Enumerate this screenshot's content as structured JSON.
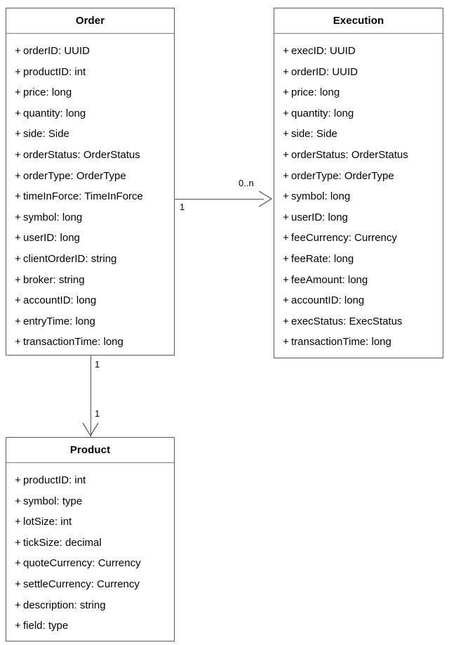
{
  "diagram": {
    "type": "uml-class-diagram",
    "title": "Order / Execution / Product class diagram",
    "background_color": "#ffffff",
    "line_color": "#4d4f51",
    "border_color": "#56585a",
    "text_color": "#000000"
  },
  "classes": [
    {
      "id": "order",
      "name": "Order",
      "attributes": [
        {
          "visibility": "+",
          "text": "orderID: UUID"
        },
        {
          "visibility": "+",
          "text": "productID: int"
        },
        {
          "visibility": "+",
          "text": "price:  long"
        },
        {
          "visibility": "+",
          "text": "quantity:  long"
        },
        {
          "visibility": "+",
          "text": "side:  Side"
        },
        {
          "visibility": "+",
          "text": "orderStatus:  OrderStatus"
        },
        {
          "visibility": "+",
          "text": "orderType:  OrderType"
        },
        {
          "visibility": "+",
          "text": "timeInForce:  TimeInForce"
        },
        {
          "visibility": "+",
          "text": "symbol:  long"
        },
        {
          "visibility": "+",
          "text": "userID: long"
        },
        {
          "visibility": "+",
          "text": "clientOrderID: string"
        },
        {
          "visibility": "+",
          "text": "broker:  string"
        },
        {
          "visibility": "+",
          "text": "accountID: long"
        },
        {
          "visibility": "+",
          "text": "entryTime:  long"
        },
        {
          "visibility": "+",
          "text": "transactionTime:  long"
        }
      ]
    },
    {
      "id": "execution",
      "name": "Execution",
      "attributes": [
        {
          "visibility": "+",
          "text": "execID: UUID"
        },
        {
          "visibility": "+",
          "text": "orderID: UUID"
        },
        {
          "visibility": "+",
          "text": "price:  long"
        },
        {
          "visibility": "+",
          "text": "quantity:  long"
        },
        {
          "visibility": "+",
          "text": "side:  Side"
        },
        {
          "visibility": "+",
          "text": "orderStatus:  OrderStatus"
        },
        {
          "visibility": "+",
          "text": "orderType:  OrderType"
        },
        {
          "visibility": "+",
          "text": "symbol:  long"
        },
        {
          "visibility": "+",
          "text": "userID: long"
        },
        {
          "visibility": "+",
          "text": "feeCurrency:  Currency"
        },
        {
          "visibility": "+",
          "text": "feeRate:  long"
        },
        {
          "visibility": "+",
          "text": "feeAmount:  long"
        },
        {
          "visibility": "+",
          "text": "accountID: long"
        },
        {
          "visibility": "+",
          "text": "execStatus:  ExecStatus"
        },
        {
          "visibility": "+",
          "text": "transactionTime:  long"
        }
      ]
    },
    {
      "id": "product",
      "name": "Product",
      "attributes": [
        {
          "visibility": "+",
          "text": "productID: int"
        },
        {
          "visibility": "+",
          "text": "symbol:  type"
        },
        {
          "visibility": "+",
          "text": "lotSize:  int"
        },
        {
          "visibility": "+",
          "text": "tickSize:  decimal"
        },
        {
          "visibility": "+",
          "text": "quoteCurrency:  Currency"
        },
        {
          "visibility": "+",
          "text": "settleCurrency:  Currency"
        },
        {
          "visibility": "+",
          "text": "description:  string"
        },
        {
          "visibility": "+",
          "text": "field:  type"
        }
      ]
    }
  ],
  "associations": [
    {
      "id": "order-execution",
      "from": "Order",
      "to": "Execution",
      "source_multiplicity": "1",
      "target_multiplicity": "0..n",
      "direction": "horizontal"
    },
    {
      "id": "order-product",
      "from": "Order",
      "to": "Product",
      "source_multiplicity": "1",
      "target_multiplicity": "1",
      "direction": "vertical"
    }
  ]
}
